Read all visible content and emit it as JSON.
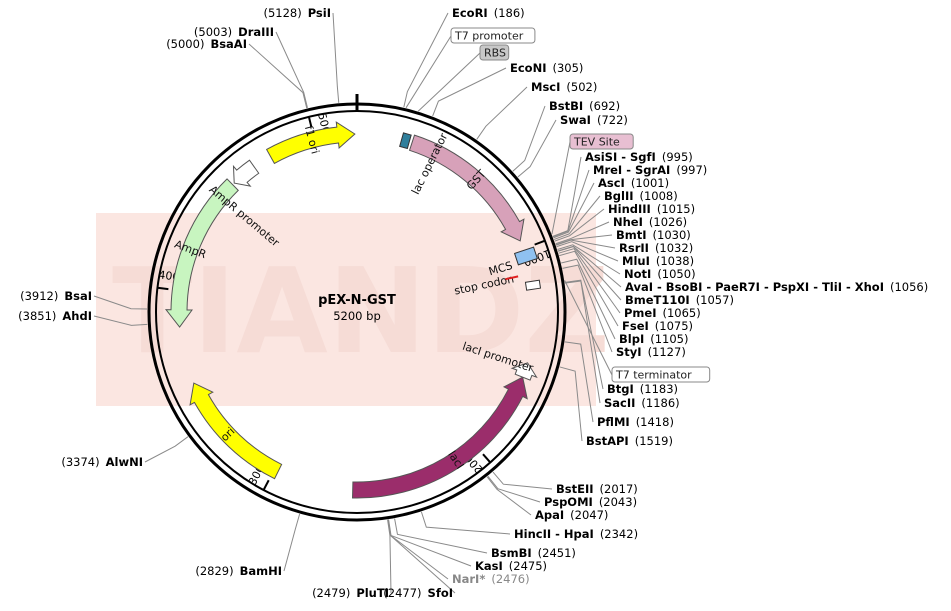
{
  "plasmid": {
    "name": "pEX-N-GST",
    "size_label": "5200 bp",
    "length": 5200
  },
  "watermark": {
    "text": "TIANDZ",
    "color": "#fbe6e1"
  },
  "colors": {
    "backbone": "#000000",
    "f1_ori": "#ffff00",
    "AmpR": "#c8f5c0",
    "AmpR_promoter": "#ffffff",
    "ori": "#ffff00",
    "lacI": "#9b2d6b",
    "GST": "#d7a1b9",
    "MCS": "#8fc1f0",
    "lac_operator": "#2f7f9c",
    "label_box_fill": "#ffffff",
    "rbs_box_fill": "#c8c8c8",
    "tev_box_fill": "#e8bfd2",
    "leader": "#8a8a8a",
    "stop_codon": "#e02020"
  },
  "ticks": [
    {
      "pos": 1000,
      "label": "1000"
    },
    {
      "pos": 2000,
      "label": "2000"
    },
    {
      "pos": 3000,
      "label": "3000"
    },
    {
      "pos": 4000,
      "label": "4000"
    },
    {
      "pos": 5000,
      "label": "5000"
    }
  ],
  "features": [
    {
      "key": "f1",
      "name": "f1 ori",
      "start": 4780,
      "end": 5190,
      "dir": 1,
      "color_key": "f1_ori"
    },
    {
      "key": "amppro",
      "name": "AmpR promoter",
      "start": 4570,
      "end": 4690,
      "dir": -1,
      "color_key": "AmpR_promoter"
    },
    {
      "key": "ampr",
      "name": "AmpR",
      "start": 3830,
      "end": 4560,
      "dir": -1,
      "color_key": "AmpR"
    },
    {
      "key": "ori",
      "name": "ori",
      "start": 2980,
      "end": 3560,
      "dir": 1,
      "color_key": "ori"
    },
    {
      "key": "laci",
      "name": "lacI",
      "start": 1610,
      "end": 2620,
      "dir": -1,
      "color_key": "lacI"
    },
    {
      "key": "laciprom",
      "name": "lacI promoter",
      "start": 1540,
      "end": 1610,
      "dir": -1,
      "color_key": "AmpR_promoter"
    },
    {
      "key": "gst",
      "name": "GST",
      "start": 260,
      "end": 960,
      "dir": 1,
      "color_key": "GST"
    }
  ],
  "small_features": [
    {
      "key": "lacop",
      "name": "lac operator",
      "pos": 228,
      "color_key": "lac_operator"
    },
    {
      "key": "mcs",
      "name": "MCS",
      "pos": 1035,
      "color_key": "MCS"
    },
    {
      "key": "t7term",
      "name": "T7 terminator",
      "pos": 1175,
      "color_key": "label_box_fill"
    }
  ],
  "annot_labels": {
    "lac_operator": "lac operator",
    "MCS": "MCS",
    "stop_codon": "stop codon",
    "lacI_promoter": "lacI promoter",
    "AmpR_promoter": "AmpR promoter"
  },
  "boxes": [
    {
      "text": "T7 promoter",
      "fill_key": "label_box_fill",
      "pos": 195
    },
    {
      "text": "RBS",
      "fill_key": "rbs_box_fill",
      "pos": 245
    },
    {
      "text": "TEV Site",
      "fill_key": "tev_box_fill",
      "pos": 985
    },
    {
      "text": "T7 terminator",
      "fill_key": "label_box_fill",
      "pos": 1175
    }
  ],
  "sites": [
    {
      "name": "PsiI",
      "pos": 5128,
      "num": "(5128)",
      "side": "left",
      "grey": false
    },
    {
      "name": "DraIII",
      "pos": 5003,
      "num": "(5003)",
      "side": "left",
      "grey": false
    },
    {
      "name": "BsaAI",
      "pos": 5000,
      "num": "(5000)",
      "side": "left",
      "grey": false
    },
    {
      "name": "EcoRI",
      "pos": 186,
      "num": "(186)",
      "side": "right",
      "grey": false
    },
    {
      "name": "EcoNI",
      "pos": 305,
      "num": "(305)",
      "side": "right",
      "grey": false
    },
    {
      "name": "MscI",
      "pos": 502,
      "num": "(502)",
      "side": "right",
      "grey": false
    },
    {
      "name": "BstBI",
      "pos": 692,
      "num": "(692)",
      "side": "right",
      "grey": false
    },
    {
      "name": "SwaI",
      "pos": 722,
      "num": "(722)",
      "side": "right",
      "grey": false
    },
    {
      "name": "AsiSI - SgfI",
      "pos": 995,
      "num": "(995)",
      "side": "right",
      "grey": false
    },
    {
      "name": "MreI - SgrAI",
      "pos": 997,
      "num": "(997)",
      "side": "right",
      "grey": false
    },
    {
      "name": "AscI",
      "pos": 1001,
      "num": "(1001)",
      "side": "right",
      "grey": false
    },
    {
      "name": "BglII",
      "pos": 1008,
      "num": "(1008)",
      "side": "right",
      "grey": false
    },
    {
      "name": "HindIII",
      "pos": 1015,
      "num": "(1015)",
      "side": "right",
      "grey": false
    },
    {
      "name": "NheI",
      "pos": 1026,
      "num": "(1026)",
      "side": "right",
      "grey": false
    },
    {
      "name": "BmtI",
      "pos": 1030,
      "num": "(1030)",
      "side": "right",
      "grey": false
    },
    {
      "name": "RsrII",
      "pos": 1032,
      "num": "(1032)",
      "side": "right",
      "grey": false
    },
    {
      "name": "MluI",
      "pos": 1038,
      "num": "(1038)",
      "side": "right",
      "grey": false
    },
    {
      "name": "NotI",
      "pos": 1050,
      "num": "(1050)",
      "side": "right",
      "grey": false
    },
    {
      "name": "AvaI - BsoBI - PaeR7I - PspXI - TliI - XhoI",
      "pos": 1056,
      "num": "(1056)",
      "side": "right",
      "grey": false
    },
    {
      "name": "BmeT110I",
      "pos": 1057,
      "num": "(1057)",
      "side": "right",
      "grey": false
    },
    {
      "name": "PmeI",
      "pos": 1065,
      "num": "(1065)",
      "side": "right",
      "grey": false
    },
    {
      "name": "FseI",
      "pos": 1075,
      "num": "(1075)",
      "side": "right",
      "grey": false
    },
    {
      "name": "BlpI",
      "pos": 1105,
      "num": "(1105)",
      "side": "right",
      "grey": false
    },
    {
      "name": "StyI",
      "pos": 1127,
      "num": "(1127)",
      "side": "right",
      "grey": false
    },
    {
      "name": "BtgI",
      "pos": 1183,
      "num": "(1183)",
      "side": "right",
      "grey": false
    },
    {
      "name": "SacII",
      "pos": 1186,
      "num": "(1186)",
      "side": "right",
      "grey": false
    },
    {
      "name": "PflMI",
      "pos": 1418,
      "num": "(1418)",
      "side": "right",
      "grey": false
    },
    {
      "name": "BstAPI",
      "pos": 1519,
      "num": "(1519)",
      "side": "right",
      "grey": false
    },
    {
      "name": "BstEII",
      "pos": 2017,
      "num": "(2017)",
      "side": "right",
      "grey": false
    },
    {
      "name": "PspOMI",
      "pos": 2043,
      "num": "(2043)",
      "side": "right",
      "grey": false
    },
    {
      "name": "ApaI",
      "pos": 2047,
      "num": "(2047)",
      "side": "right",
      "grey": false
    },
    {
      "name": "HincII - HpaI",
      "pos": 2342,
      "num": "(2342)",
      "side": "right",
      "grey": false
    },
    {
      "name": "BsmBI",
      "pos": 2451,
      "num": "(2451)",
      "side": "right",
      "grey": false
    },
    {
      "name": "KasI",
      "pos": 2475,
      "num": "(2475)",
      "side": "right",
      "grey": false
    },
    {
      "name": "NarI*",
      "pos": 2476,
      "num": "(2476)",
      "side": "right",
      "grey": true
    },
    {
      "name": "SfoI",
      "pos": 2477,
      "num": "(2477)",
      "side": "left",
      "grey": false
    },
    {
      "name": "PluTI",
      "pos": 2479,
      "num": "(2479)",
      "side": "left",
      "grey": false
    },
    {
      "name": "BamHI",
      "pos": 2829,
      "num": "(2829)",
      "side": "left",
      "grey": false
    },
    {
      "name": "AlwNI",
      "pos": 3374,
      "num": "(3374)",
      "side": "left",
      "grey": false
    },
    {
      "name": "AhdI",
      "pos": 3851,
      "num": "(3851)",
      "side": "left",
      "grey": false
    },
    {
      "name": "BsaI",
      "pos": 3912,
      "num": "(3912)",
      "side": "left",
      "grey": false
    }
  ]
}
